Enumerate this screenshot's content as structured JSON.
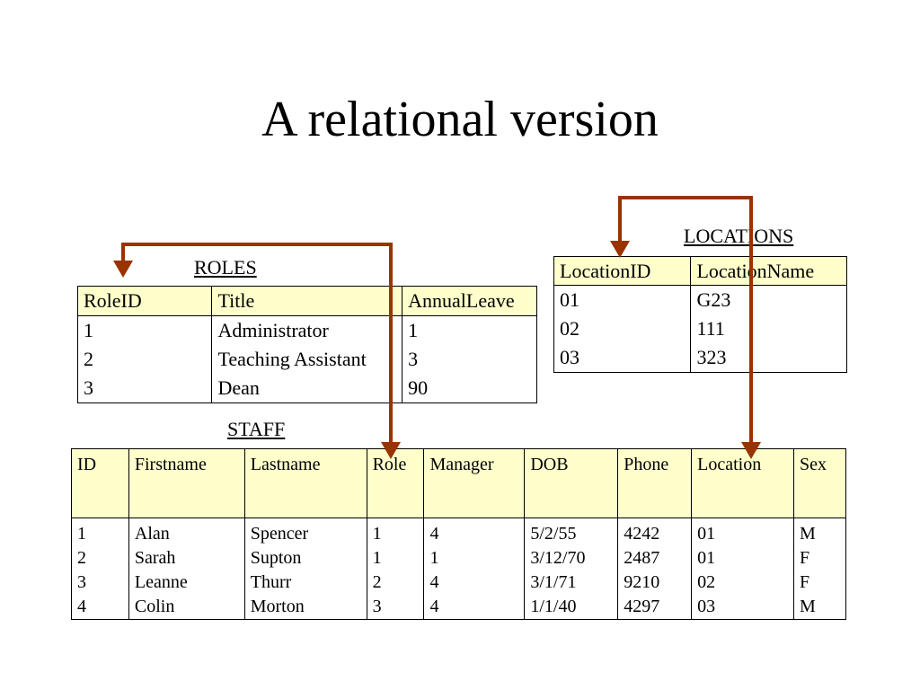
{
  "slide": {
    "title": "A relational version"
  },
  "colors": {
    "arrow": "#993300",
    "header_fill": "#ffffcc"
  },
  "roles": {
    "caption": "ROLES",
    "columns": [
      "RoleID",
      "Title",
      "AnnualLeave"
    ],
    "rows": [
      [
        "1",
        "Administrator",
        "1"
      ],
      [
        "2",
        "Teaching Assistant",
        "3"
      ],
      [
        "3",
        "Dean",
        "90"
      ]
    ]
  },
  "locations": {
    "caption": "LOCATIONS",
    "columns": [
      "LocationID",
      "LocationName"
    ],
    "rows": [
      [
        "01",
        "G23"
      ],
      [
        "02",
        "111"
      ],
      [
        "03",
        "323"
      ]
    ]
  },
  "staff": {
    "caption": "STAFF",
    "columns": [
      "ID",
      "Firstname",
      "Lastname",
      "Role",
      "Manager",
      "DOB",
      "Phone",
      "Location",
      "Sex"
    ],
    "rows": [
      [
        "1",
        "Alan",
        "Spencer",
        "1",
        "4",
        "5/2/55",
        "4242",
        "01",
        "M"
      ],
      [
        "2",
        "Sarah",
        "Supton",
        "1",
        "1",
        "3/12/70",
        "2487",
        "01",
        "F"
      ],
      [
        "3",
        "Leanne",
        "Thurr",
        "2",
        "4",
        "3/1/71",
        "9210",
        "02",
        "F"
      ],
      [
        "4",
        "Colin",
        "Morton",
        "3",
        "4",
        "1/1/40",
        "4297",
        "03",
        "M"
      ]
    ]
  }
}
